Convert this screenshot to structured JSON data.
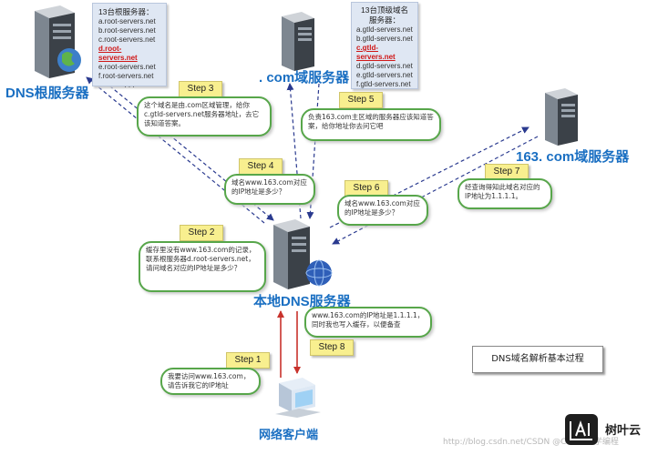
{
  "root": {
    "label": "DNS根服务器",
    "list_title": "13台根服务器：",
    "servers": [
      "a.root-servers.net",
      "b.root-servers.net",
      "c.root-servers.net",
      "d.root-servers.net",
      "e.root-servers.net",
      "f.root-servers.net"
    ],
    "highlighted": "d.root-servers.net",
    "ellipsis": ". . ."
  },
  "com": {
    "label": ". com域服务器",
    "list_title_1": "13台顶级域名",
    "list_title_2": "服务器：",
    "servers": [
      "a.gtld-servers.net",
      "b.gtld-servers.net",
      "c.gtld-servers.net",
      "d.gtld-servers.net",
      "e.gtld-servers.net",
      "f.gtld-servers.net"
    ],
    "highlighted": "c.gtld-servers.net"
  },
  "d163": {
    "label": "163. com域服务器"
  },
  "local": {
    "label": "本地DNS服务器"
  },
  "client": {
    "label": "网络客户端"
  },
  "steps": {
    "s1": {
      "label": "Step 1",
      "text": "我要访问www.163.com，请告诉我它的IP地址"
    },
    "s2": {
      "label": "Step 2",
      "text": "缓存里没有www.163.com的记录，联系根服务器d.root-servers.net，请问域名对应的IP地址是多少？"
    },
    "s3": {
      "label": "Step 3",
      "text": "这个域名是由.com区域管理，给你c.gtld-servers.net服务器地址，去它该知道答案。"
    },
    "s4": {
      "label": "Step 4",
      "text": "域名www.163.com对应的IP地址是多少？"
    },
    "s5": {
      "label": "Step 5",
      "text": "负责163.com主区域的服务器应该知道答案，给你地址你去问它吧"
    },
    "s6": {
      "label": "Step 6",
      "text": "域名www.163.com对应的IP地址是多少？"
    },
    "s7": {
      "label": "Step 7",
      "text": "经查询得知此域名对应的IP地址为1.1.1.1。"
    },
    "s8": {
      "label": "Step 8",
      "text": "www.163.com的IP地址是1.1.1.1，同时我也写入缓存，以便备查"
    }
  },
  "title": "DNS域名解析基本过程",
  "watermark": "http://blog.csdn.net/CSDN @Ct江努力学编程",
  "logo_text": "树叶云",
  "colors": {
    "accent": "#1a6fc2",
    "bubble_border": "#57a64a",
    "step_bg": "#f8ef8f",
    "arrow_blue": "#2a3a8f",
    "arrow_red": "#c8322c"
  }
}
